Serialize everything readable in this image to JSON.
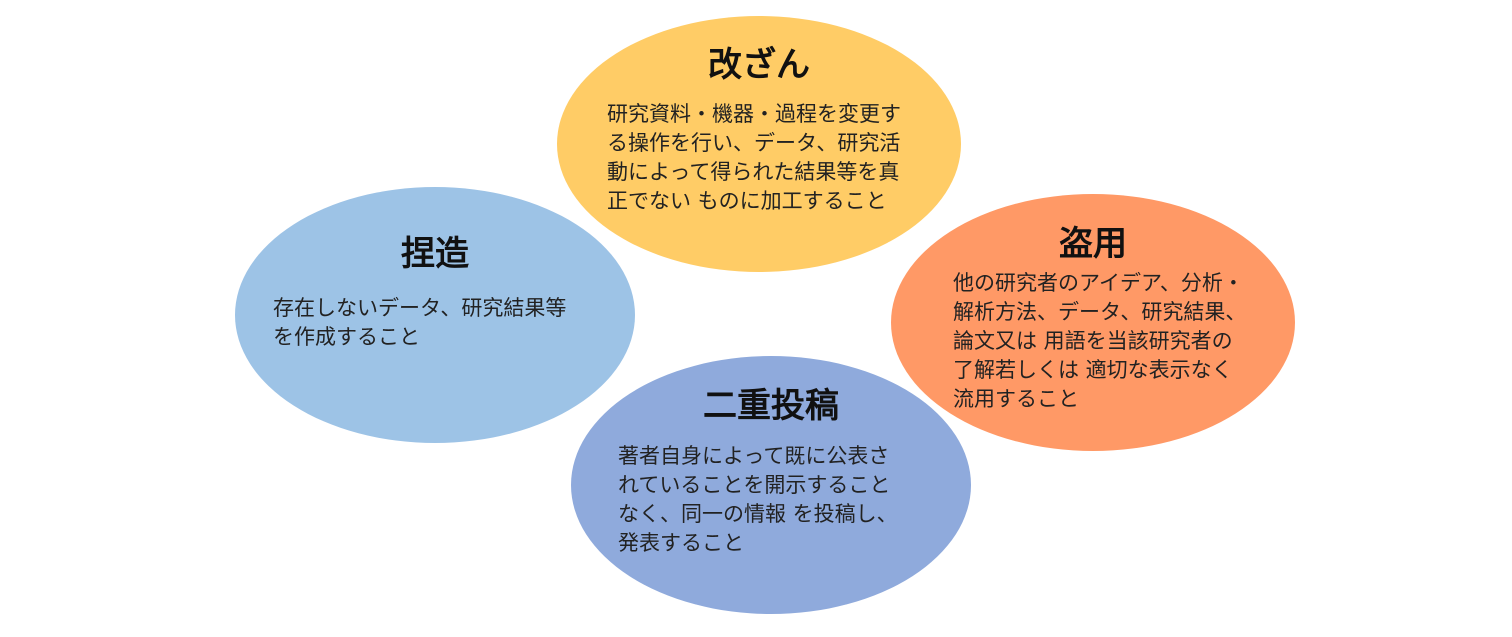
{
  "colors": {
    "kaizan": "#FFCC66",
    "netsuzo": "#9DC3E6",
    "toyo": "#FF9966",
    "nijyu": "#8FAADC"
  },
  "kaizan": {
    "title": "改ざん",
    "lines": [
      "研究資料・機器・過程を変更す",
      "る操作を行い、データ、研究活",
      "動によって得られた結果等を真",
      "正でない ものに加工すること"
    ]
  },
  "netsuzo": {
    "title": "捏造",
    "lines": [
      "存在しないデータ、研究結果等",
      "を作成すること"
    ]
  },
  "toyo": {
    "title": "盗用",
    "lines": [
      "他の研究者のアイデア、分析・",
      "解析方法、データ、研究結果、",
      "論文又は 用語を当該研究者の",
      "了解若しくは 適切な表示なく",
      "流用すること"
    ]
  },
  "nijyu": {
    "title": "二重投稿",
    "lines": [
      "著者自身によって既に公表さ",
      "れていることを開示すること",
      "なく、同一の情報 を投稿し、",
      "発表すること"
    ]
  }
}
